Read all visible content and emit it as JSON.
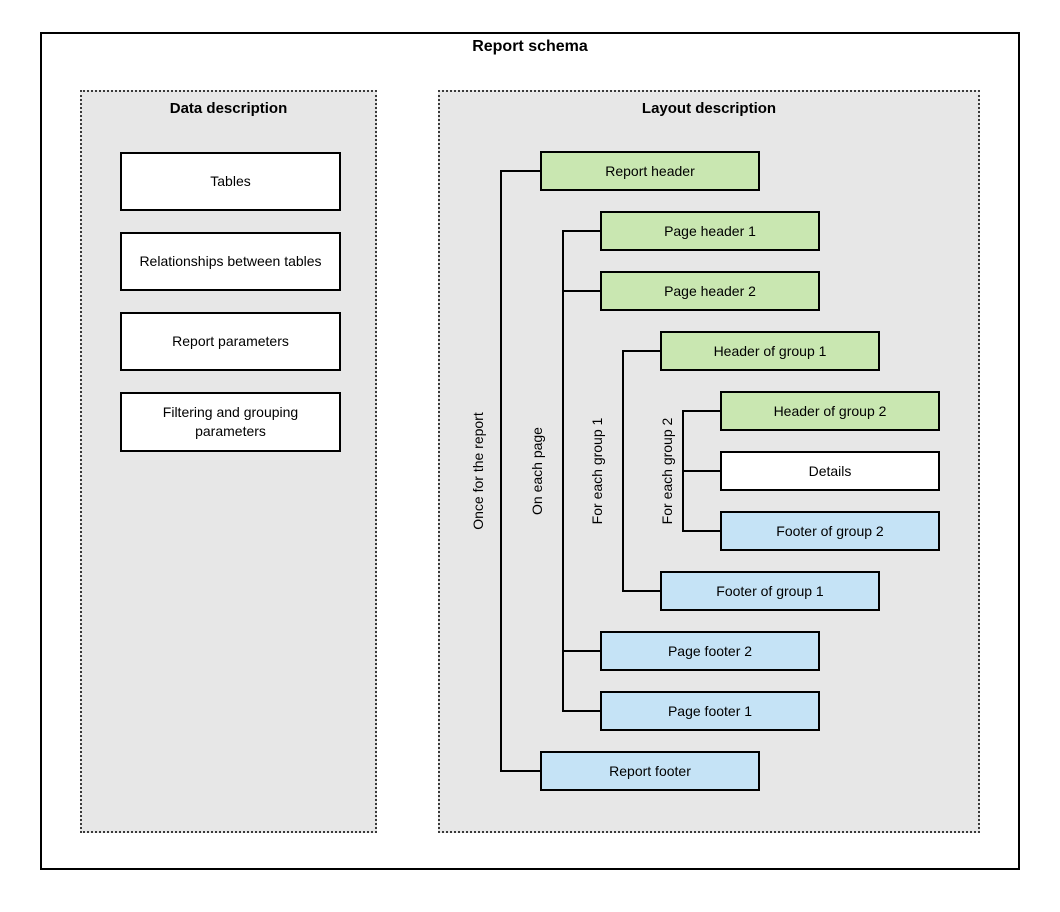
{
  "title": "Report schema",
  "colors": {
    "panel_bg": "#e7e7e7",
    "node_green": "#c9e7b1",
    "node_blue": "#c5e3f6",
    "node_white": "#ffffff",
    "line": "#000000"
  },
  "data_panel": {
    "title": "Data description",
    "boxes": [
      {
        "label": "Tables"
      },
      {
        "label": "Relationships between tables"
      },
      {
        "label": "Report parameters"
      },
      {
        "label": "Filtering and grouping parameters"
      }
    ]
  },
  "layout_panel": {
    "title": "Layout description",
    "nodes": [
      {
        "label": "Report header",
        "kind": "header"
      },
      {
        "label": "Page header 1",
        "kind": "header"
      },
      {
        "label": "Page header 2",
        "kind": "header"
      },
      {
        "label": "Header of group 1",
        "kind": "header"
      },
      {
        "label": "Header of group 2",
        "kind": "header"
      },
      {
        "label": "Details",
        "kind": "details"
      },
      {
        "label": "Footer of group 2",
        "kind": "footer"
      },
      {
        "label": "Footer of group 1",
        "kind": "footer"
      },
      {
        "label": "Page footer 2",
        "kind": "footer"
      },
      {
        "label": "Page footer 1",
        "kind": "footer"
      },
      {
        "label": "Report footer",
        "kind": "footer"
      }
    ],
    "brackets": [
      {
        "label": "Once for the report"
      },
      {
        "label": "On each page"
      },
      {
        "label": "For each group 1"
      },
      {
        "label": "For each group 2"
      }
    ]
  }
}
